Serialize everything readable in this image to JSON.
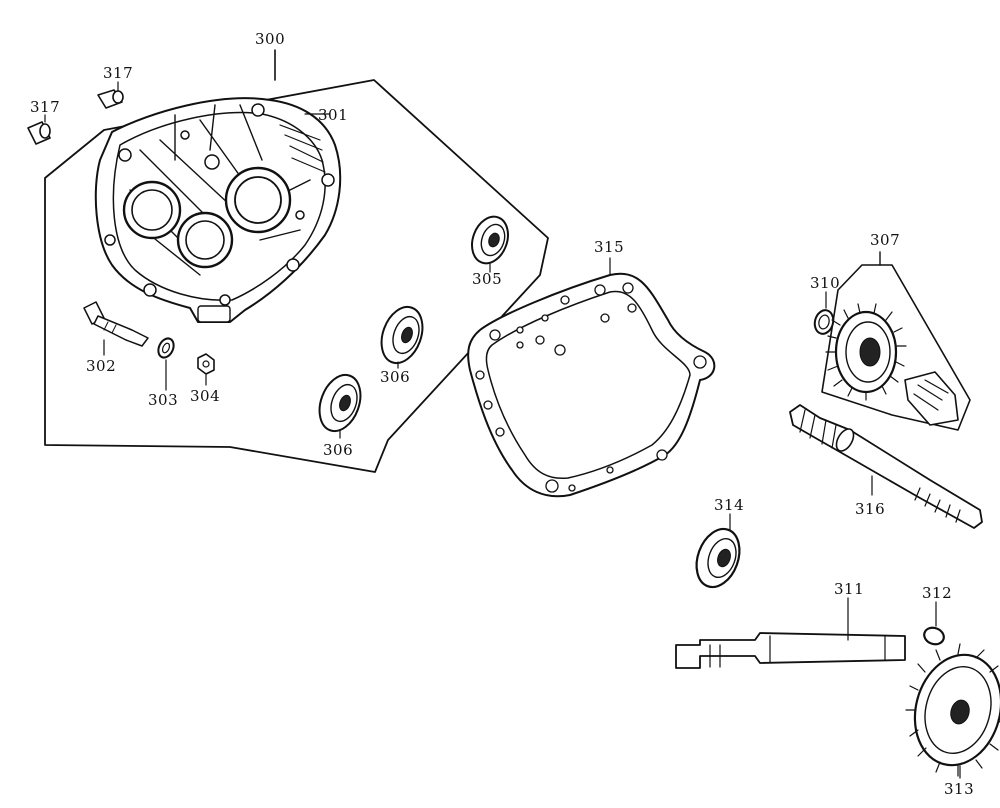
{
  "labels": {
    "l300": "300",
    "l301": "301",
    "l302": "302",
    "l303": "303",
    "l304": "304",
    "l305": "305",
    "l306a": "306",
    "l306b": "306",
    "l307": "307",
    "l310": "310",
    "l311": "311",
    "l312": "312",
    "l313": "313",
    "l314": "314",
    "l315": "315",
    "l316": "316",
    "l317a": "317",
    "l317b": "317"
  }
}
